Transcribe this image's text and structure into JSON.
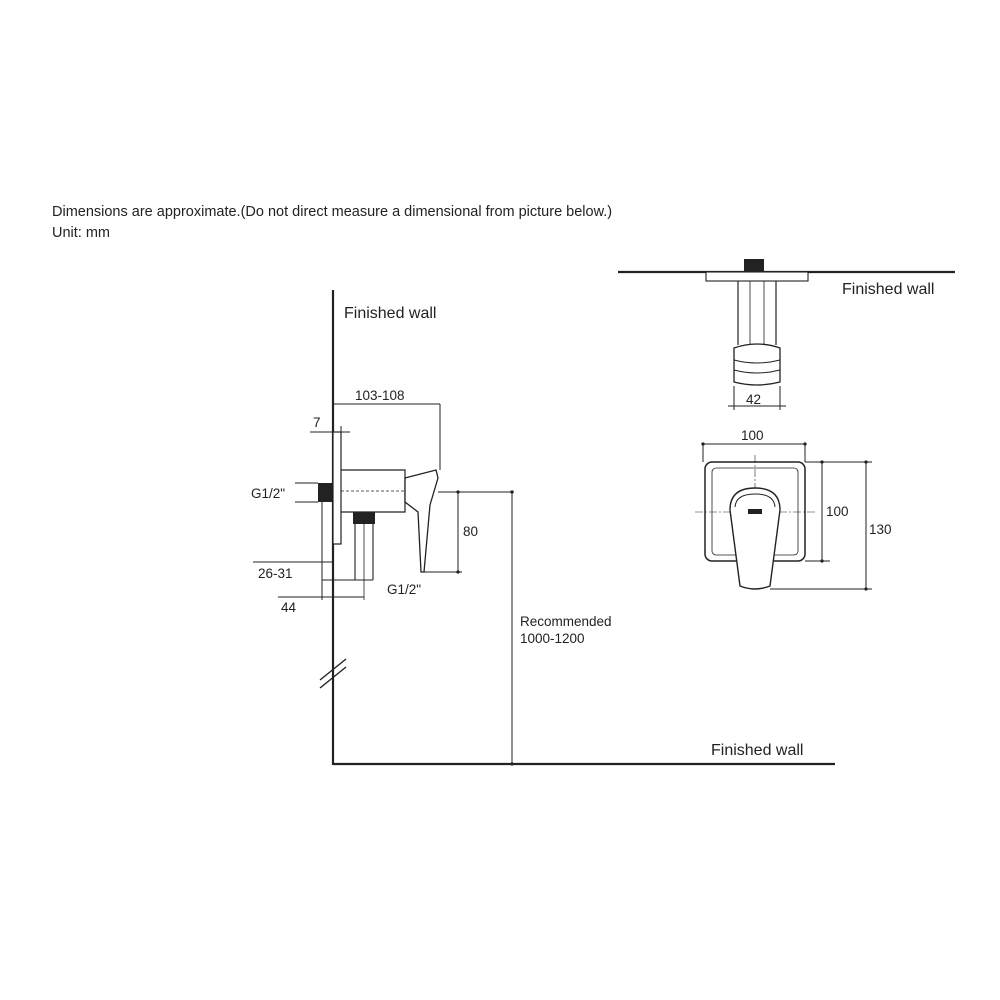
{
  "notes": {
    "disclaimer": "Dimensions are approximate.(Do not direct measure a dimensional from picture below.)",
    "unit": "Unit: mm"
  },
  "side_view": {
    "wall_label_top": "Finished wall",
    "floor_label": "Finished wall",
    "dim_depth": "103-108",
    "dim_plate": "7",
    "dim_inlet_thread": "G1/2\"",
    "dim_outlet_thread": "G1/2\"",
    "dim_height": "80",
    "dim_offset_a": "26-31",
    "dim_offset_b": "44",
    "recommended_label": "Recommended",
    "recommended_range": "1000-1200"
  },
  "top_view": {
    "wall_label": "Finished wall",
    "dim_width": "42"
  },
  "front_view": {
    "dim_width": "100",
    "dim_plate_height": "100",
    "dim_total_height": "130"
  }
}
